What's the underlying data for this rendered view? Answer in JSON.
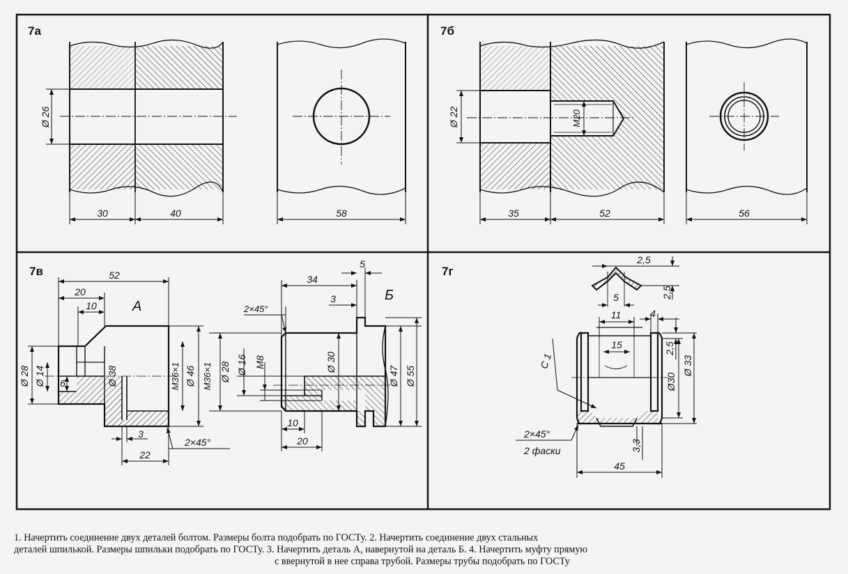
{
  "panels": {
    "p7a": {
      "label": "7а",
      "dims": {
        "d26": "Ø 26",
        "d30": "30",
        "d40": "40",
        "d58": "58"
      }
    },
    "p7b": {
      "label": "7б",
      "dims": {
        "d22": "Ø 22",
        "m20": "M20",
        "d35": "35",
        "d52": "52",
        "d56": "56"
      }
    },
    "p7v": {
      "label": "7в",
      "partA": "А",
      "partB": "Б",
      "dims": {
        "d52": "52",
        "d20": "20",
        "d10": "10",
        "d28": "Ø 28",
        "d14": "Ø 14",
        "d6": "6",
        "d38": "Ø 38",
        "d46": "Ø 46",
        "m36a": "M36×1",
        "m36b": "M36×1",
        "d3": "3",
        "d22": "22",
        "chamfer": "2×45°",
        "d34": "34",
        "d5": "5",
        "d3b": "3",
        "chamferB": "2×45°",
        "d28b": "Ø 28",
        "d16": "Ø 16",
        "m8": "M8",
        "d30": "Ø 30",
        "d47": "Ø 47",
        "d55": "Ø 55",
        "d10b": "10",
        "d20b": "20"
      }
    },
    "p7g": {
      "label": "7г",
      "dims": {
        "d25a": "2,5",
        "d25v": "2,5",
        "d5": "5",
        "d11": "11",
        "d4": "4",
        "d15": "15",
        "d25b": "2,5",
        "d30": "Ø30",
        "d33": "Ø 33",
        "c1": "С 1",
        "chamfer": "2×45°",
        "faski": "2 фаски",
        "d33b": "3,3",
        "d45": "45"
      }
    }
  },
  "caption": {
    "line1": "1. Начертить соединение двух деталей болтом. Размеры болта подобрать по ГОСТу. 2. Начертить соединение двух стальных",
    "line2": "деталей шпилькой. Размеры шпильки подобрать по ГОСТу. 3. Начертить деталь А, навернутой на деталь Б. 4. Начертить муфту прямую",
    "line3": "с ввернутой в нее справа трубой. Размеры трубы подобрать по ГОСТу"
  }
}
